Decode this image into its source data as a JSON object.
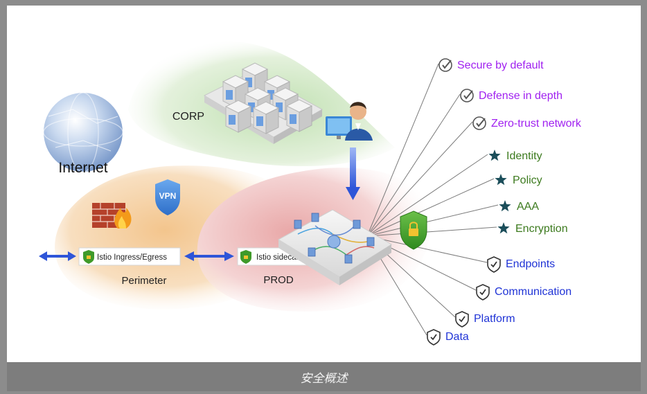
{
  "caption": "安全概述",
  "zones": {
    "internet": "Internet",
    "corp": "CORP",
    "perimeter": "Perimeter",
    "prod": "PROD"
  },
  "vpn_label": "VPN",
  "gateways": {
    "ingress": "Istio Ingress/Egress",
    "sidecar": "Istio sidecar"
  },
  "principles": [
    {
      "label": "Secure by default",
      "icon": "check-circle-icon"
    },
    {
      "label": "Defense in depth",
      "icon": "check-circle-icon"
    },
    {
      "label": "Zero-trust network",
      "icon": "check-circle-icon"
    }
  ],
  "features": [
    {
      "label": "Identity",
      "icon": "star-icon"
    },
    {
      "label": "Policy",
      "icon": "star-icon"
    },
    {
      "label": "AAA",
      "icon": "star-icon"
    },
    {
      "label": "Encryption",
      "icon": "star-icon"
    }
  ],
  "targets": [
    {
      "label": "Endpoints",
      "icon": "check-shield-icon"
    },
    {
      "label": "Communication",
      "icon": "check-shield-icon"
    },
    {
      "label": "Platform",
      "icon": "check-shield-icon"
    },
    {
      "label": "Data",
      "icon": "check-shield-icon"
    }
  ],
  "colors": {
    "principles": "#a020f0",
    "features": "#3c7a1e",
    "targets": "#1f33d6",
    "star": "#1b4e5a"
  }
}
